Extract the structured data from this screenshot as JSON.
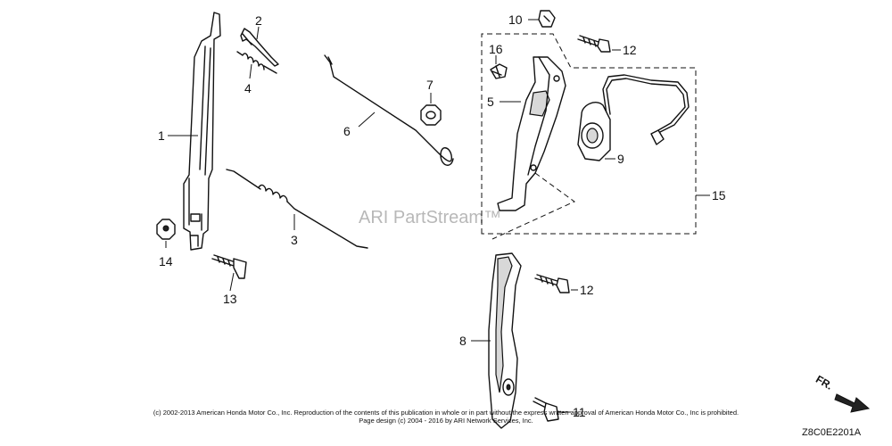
{
  "watermark": "ARI PartStream™",
  "copyright_line1": "(c) 2002-2013 American Honda Motor Co., Inc. Reproduction of the contents of this publication in whole or in part without the express written approval of American Honda Motor Co., Inc is prohibited.",
  "copyright_line2": "Page design (c) 2004 - 2016 by ARI Network Services, Inc.",
  "diagram_code": "Z8C0E2201A",
  "direction_label": "FR.",
  "callouts": {
    "c1": "1",
    "c2": "2",
    "c3": "3",
    "c4": "4",
    "c5": "5",
    "c6": "6",
    "c7": "7",
    "c8": "8",
    "c9": "9",
    "c10": "10",
    "c11": "11",
    "c12a": "12",
    "c12b": "12",
    "c13": "13",
    "c14": "14",
    "c15": "15",
    "c16": "16"
  }
}
